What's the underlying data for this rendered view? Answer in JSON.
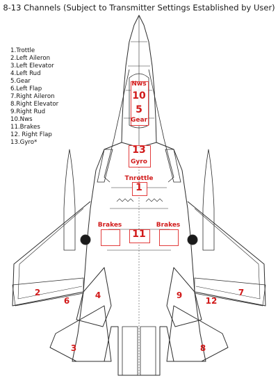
{
  "title": "8-13 Channels (Subject to Transmitter Settings Established by User)",
  "legend": [
    "1.Trottle",
    "2.Left Aileron",
    "3.Left Elevator",
    "4.Left Rud",
    "5.Gear",
    "6.Left Flap",
    "7.Right Aileron",
    "8.Right Elevator",
    "9.Right Rud",
    "10.Nws",
    "11.Brakes",
    "12. Right Flap",
    "13.Gyro*"
  ],
  "labels": {
    "nws_text": "Nws",
    "ch10": "10",
    "ch5": "5",
    "gear_text": "Gear",
    "ch13": "13",
    "gyro_text": "Gyro",
    "throttle_text": "Tnrottle",
    "ch1": "1",
    "brakes_left": "Brakes",
    "brakes_right": "Brakes",
    "ch11": "11",
    "ch2": "2",
    "ch6": "6",
    "ch4": "4",
    "ch9": "9",
    "ch12": "12",
    "ch7": "7",
    "ch3": "3",
    "ch8": "8"
  },
  "colors": {
    "label": "#d11a1a",
    "line": "#2b2b2b"
  }
}
